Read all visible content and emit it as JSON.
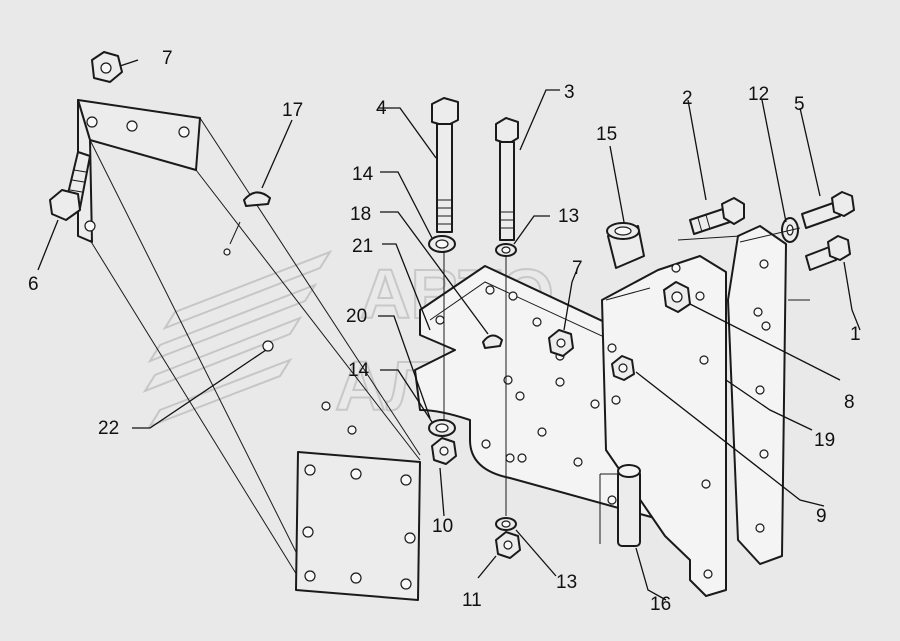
{
  "watermark": {
    "line1": "АВТО",
    "line2": "АЛЬЯНС"
  },
  "callouts": {
    "c1": "1",
    "c2": "2",
    "c3": "3",
    "c4": "4",
    "c5": "5",
    "c6": "6",
    "c7a": "7",
    "c7b": "7",
    "c8": "8",
    "c9": "9",
    "c10": "10",
    "c11": "11",
    "c12": "12",
    "c13a": "13",
    "c13b": "13",
    "c14a": "14",
    "c14b": "14",
    "c15": "15",
    "c16": "16",
    "c17": "17",
    "c18": "18",
    "c19": "19",
    "c20": "20",
    "c21": "21",
    "c22": "22"
  },
  "colors": {
    "background": "#e9e9e9",
    "line": "#1a1a1a",
    "watermark": "#c8c8c8"
  }
}
